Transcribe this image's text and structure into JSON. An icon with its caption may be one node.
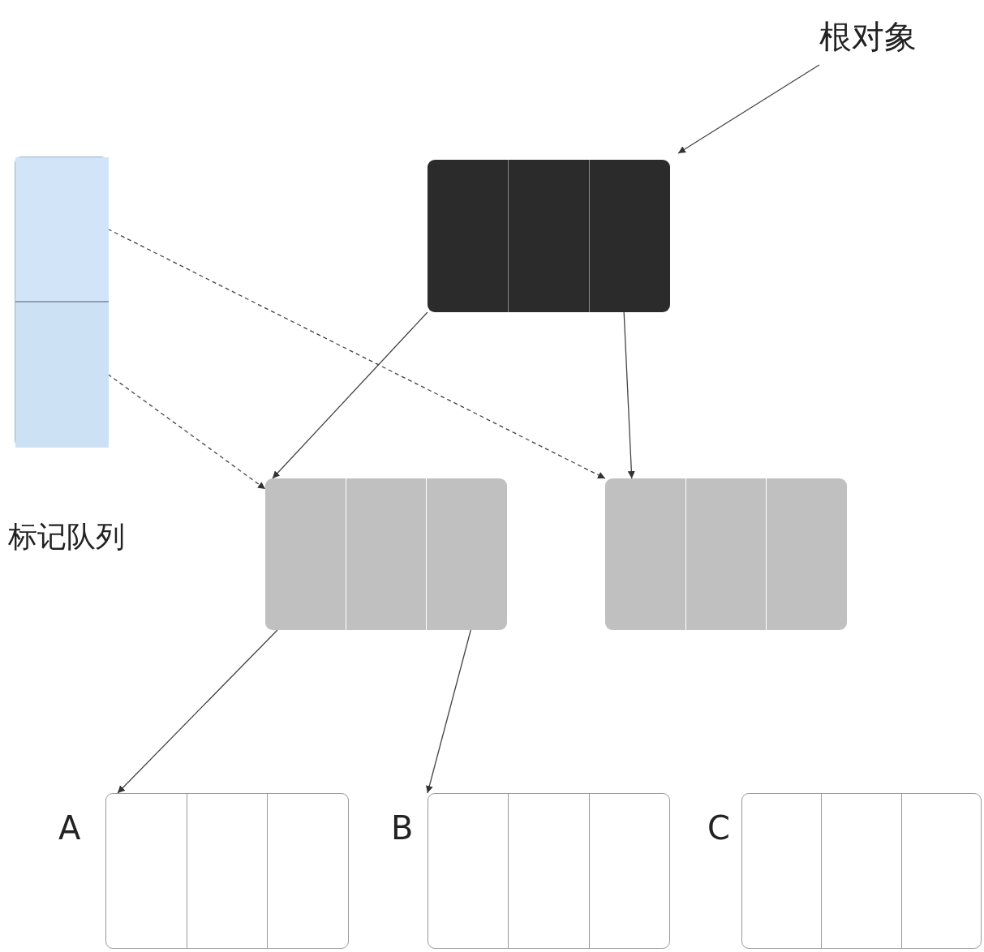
{
  "diagram": {
    "nodes": [
      {
        "text": [
          "根对象"
        ]
      },
      {
        "text": [],
        "shape": "box"
      },
      {
        "text": [],
        "shape": "box",
        "beside": [
          "标记队列"
        ]
      },
      {
        "text": [],
        "shape": "box",
        "in": 2
      },
      {
        "text": [],
        "shape": "box",
        "in": 2
      },
      {
        "text": [],
        "shape": "box"
      },
      {
        "text": [],
        "shape": "box"
      },
      {
        "text": [],
        "shape": "box",
        "beside": [
          "A"
        ]
      },
      {
        "text": [],
        "shape": "box",
        "beside": [
          "B"
        ]
      },
      {
        "text": [],
        "shape": "box",
        "beside": [
          "C"
        ]
      }
    ],
    "edges": [
      {
        "from": 0,
        "to": 1,
        "arrow": "to"
      },
      {
        "from": 1,
        "to": 5,
        "arrow": "to"
      },
      {
        "from": 1,
        "to": 6,
        "arrow": "to"
      },
      {
        "from": 3,
        "to": 6,
        "arrow": "to",
        "style": "dashed"
      },
      {
        "from": 4,
        "to": 5,
        "arrow": "to",
        "style": "dashed"
      },
      {
        "from": 5,
        "to": 7,
        "arrow": "to"
      },
      {
        "from": 5,
        "to": 8,
        "arrow": "to"
      }
    ]
  }
}
